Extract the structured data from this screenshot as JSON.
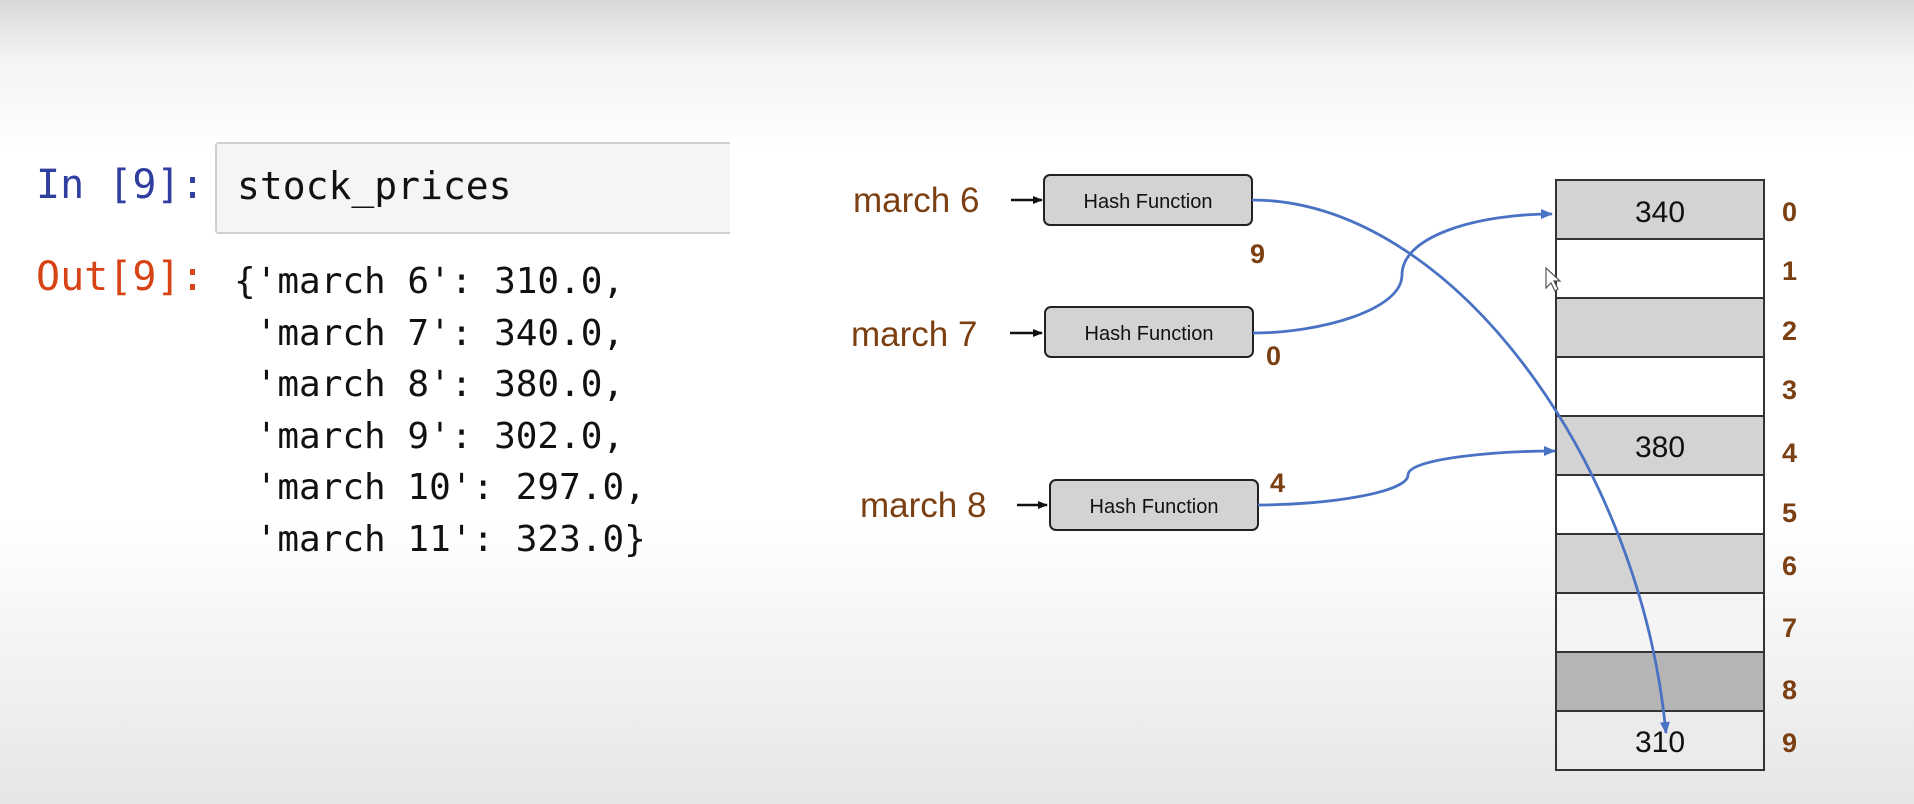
{
  "notebook": {
    "in_prompt": "In [9]:",
    "out_prompt": "Out[9]:",
    "input_code": "stock_prices",
    "output_lines": [
      "{'march 6': 310.0,",
      " 'march 7': 340.0,",
      " 'march 8': 380.0,",
      " 'march 9': 302.0,",
      " 'march 10': 297.0,",
      " 'march 11': 323.0}"
    ]
  },
  "diagram": {
    "hash_box_label": "Hash Function",
    "inputs": [
      {
        "key": "march 6",
        "hash_index": "9"
      },
      {
        "key": "march 7",
        "hash_index": "0"
      },
      {
        "key": "march 8",
        "hash_index": "4"
      }
    ],
    "array": {
      "indices": [
        "0",
        "1",
        "2",
        "3",
        "4",
        "5",
        "6",
        "7",
        "8",
        "9"
      ],
      "values": [
        "340",
        "",
        "",
        "",
        "380",
        "",
        "",
        "",
        "",
        "310"
      ]
    },
    "colors": {
      "arrow": "#4a72c4",
      "label_brown": "#7b3f12",
      "box_fill": "#d3d3d3",
      "cell_dark": "#b5b5b5"
    }
  }
}
